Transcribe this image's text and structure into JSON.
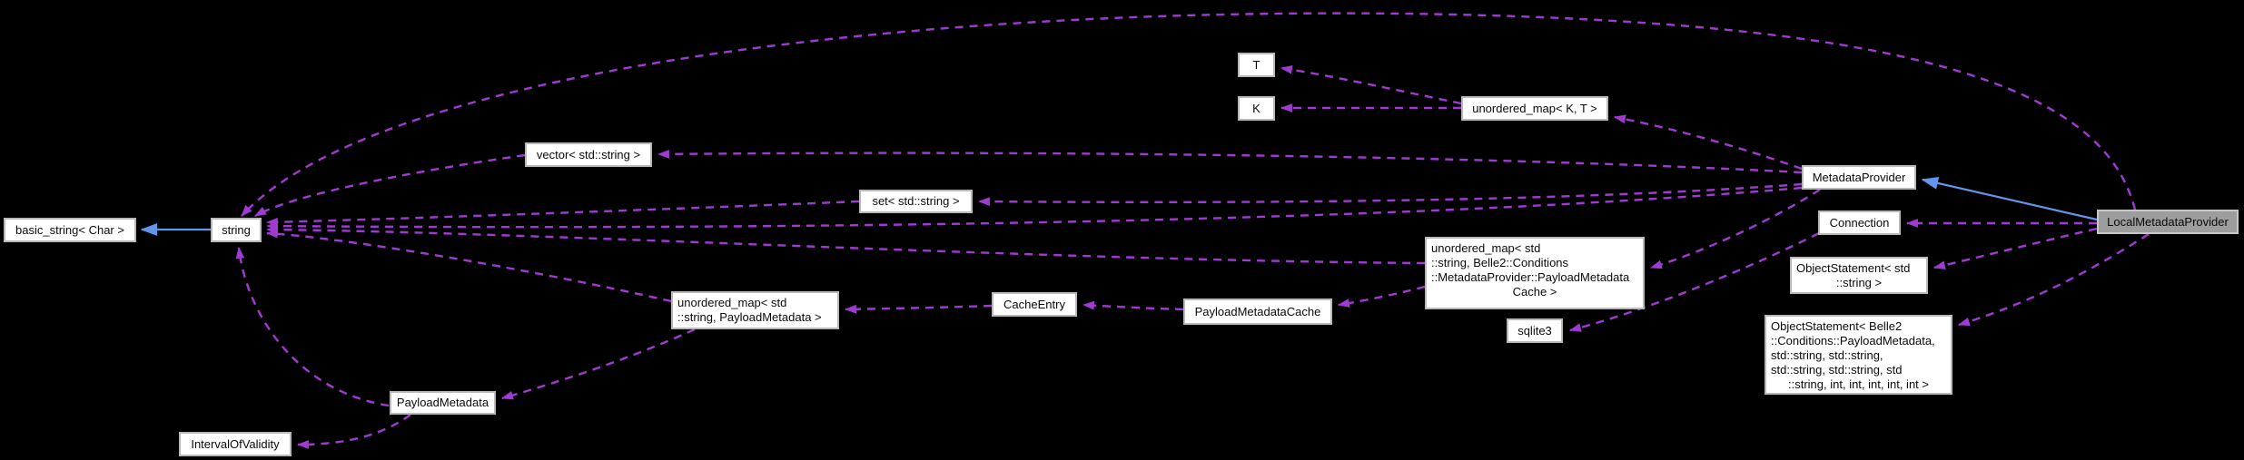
{
  "diagram_type": "collaboration-graph",
  "colors": {
    "background": "#000000",
    "usage_edge": "#a03bd2",
    "inheritance_edge": "#6495ED",
    "node_fill": "#ffffff",
    "node_border": "#b9b9b9",
    "highlight_node_fill": "#9d9d9d",
    "node_text": "#0a0a0a"
  },
  "nodes": {
    "basic_string": {
      "lines": [
        "basic_string< Char >"
      ]
    },
    "string": {
      "lines": [
        "string"
      ]
    },
    "vector_string": {
      "lines": [
        "vector< std::string >"
      ]
    },
    "set_string": {
      "lines": [
        "set< std::string >"
      ]
    },
    "t": {
      "lines": [
        "T"
      ]
    },
    "k": {
      "lines": [
        "K"
      ]
    },
    "unordered_map_kt": {
      "lines": [
        "unordered_map< K, T >"
      ]
    },
    "metadata_provider": {
      "lines": [
        "MetadataProvider"
      ]
    },
    "connection": {
      "lines": [
        "Connection"
      ]
    },
    "object_statement_string": {
      "lines": [
        "ObjectStatement< std",
        "::string >"
      ]
    },
    "local_metadata_provider": {
      "lines": [
        "LocalMetadataProvider"
      ],
      "highlighted": true
    },
    "unordered_map_payload": {
      "lines": [
        "unordered_map< std",
        "::string, PayloadMetadata >"
      ]
    },
    "cache_entry": {
      "lines": [
        "CacheEntry"
      ]
    },
    "payload_metadata_cache": {
      "lines": [
        "PayloadMetadataCache"
      ]
    },
    "unordered_map_cache": {
      "lines": [
        "unordered_map< std",
        "::string, Belle2::Conditions",
        "::MetadataProvider::PayloadMetadata",
        "Cache >"
      ]
    },
    "sqlite3": {
      "lines": [
        "sqlite3"
      ]
    },
    "object_statement_belle2": {
      "lines": [
        "ObjectStatement< Belle2",
        "::Conditions::PayloadMetadata,",
        "std::string, std::string,",
        "std::string, std::string, std",
        "::string, int, int, int, int, int >"
      ]
    },
    "payload_metadata": {
      "lines": [
        "PayloadMetadata"
      ]
    },
    "interval_of_validity": {
      "lines": [
        "IntervalOfValidity"
      ]
    }
  },
  "edges": [
    {
      "from": "string",
      "to": "basic_string< Char >",
      "type": "inheritance"
    },
    {
      "from": "LocalMetadataProvider",
      "to": "MetadataProvider",
      "type": "inheritance"
    },
    {
      "from": "unordered_map< K, T >",
      "to": "T",
      "type": "usage"
    },
    {
      "from": "unordered_map< K, T >",
      "to": "K",
      "type": "usage"
    },
    {
      "from": "MetadataProvider",
      "to": "unordered_map< K, T >",
      "type": "usage"
    },
    {
      "from": "MetadataProvider",
      "to": "vector< std::string >",
      "type": "usage"
    },
    {
      "from": "MetadataProvider",
      "to": "set< std::string >",
      "type": "usage"
    },
    {
      "from": "MetadataProvider",
      "to": "string",
      "type": "usage"
    },
    {
      "from": "MetadataProvider",
      "to": "unordered_map< std::string, Belle2::Conditions::MetadataProvider::PayloadMetadataCache >",
      "type": "usage"
    },
    {
      "from": "unordered_map< std::string, Belle2::Conditions::MetadataProvider::PayloadMetadataCache >",
      "to": "PayloadMetadataCache",
      "type": "usage"
    },
    {
      "from": "unordered_map< std::string, Belle2::Conditions::MetadataProvider::PayloadMetadataCache >",
      "to": "string",
      "type": "usage"
    },
    {
      "from": "PayloadMetadataCache",
      "to": "CacheEntry",
      "type": "usage"
    },
    {
      "from": "CacheEntry",
      "to": "unordered_map< std::string, PayloadMetadata >",
      "type": "usage"
    },
    {
      "from": "unordered_map< std::string, PayloadMetadata >",
      "to": "string",
      "type": "usage"
    },
    {
      "from": "unordered_map< std::string, PayloadMetadata >",
      "to": "PayloadMetadata",
      "type": "usage"
    },
    {
      "from": "PayloadMetadata",
      "to": "string",
      "type": "usage"
    },
    {
      "from": "PayloadMetadata",
      "to": "IntervalOfValidity",
      "type": "usage"
    },
    {
      "from": "vector< std::string >",
      "to": "string",
      "type": "usage"
    },
    {
      "from": "set< std::string >",
      "to": "string",
      "type": "usage"
    },
    {
      "from": "LocalMetadataProvider",
      "to": "Connection",
      "type": "usage"
    },
    {
      "from": "LocalMetadataProvider",
      "to": "ObjectStatement< std::string >",
      "type": "usage"
    },
    {
      "from": "LocalMetadataProvider",
      "to": "ObjectStatement< Belle2::Conditions::PayloadMetadata, std::string, std::string, std::string, std::string, std::string, int, int, int, int, int >",
      "type": "usage"
    },
    {
      "from": "LocalMetadataProvider",
      "to": "string",
      "type": "usage"
    },
    {
      "from": "Connection",
      "to": "sqlite3",
      "type": "usage"
    }
  ]
}
